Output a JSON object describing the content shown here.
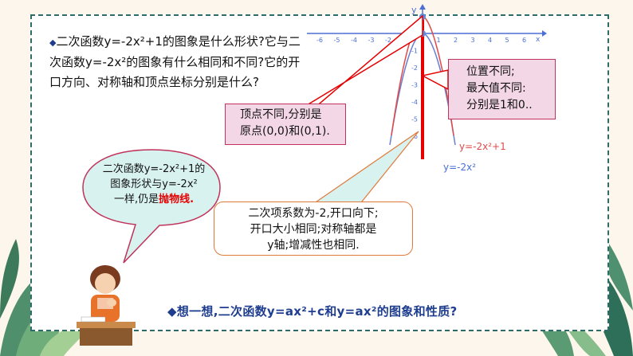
{
  "question": {
    "bullet": "◆",
    "text": "二次函数y=-2x²+1的图象是什么形状?它与二次函数y=-2x²的图象有什么相同和不同?它的开口方向、对称轴和顶点坐标分别是什么?"
  },
  "graph": {
    "x_axis_label": "x",
    "y_axis_label": "y",
    "x_ticks": [
      "-6",
      "-5",
      "-4",
      "-3",
      "-2",
      "-1",
      "1",
      "2",
      "3",
      "4",
      "5",
      "6"
    ],
    "y_ticks": [
      "-1",
      "-2",
      "-3",
      "-4",
      "-5",
      "-6"
    ],
    "curve1_label": "y=-2x²+1",
    "curve2_label": "y=-2x²",
    "curve1_color": "#e04a4a",
    "curve2_color": "#6a7fd0",
    "axis_color": "#4b6fd6"
  },
  "callouts": {
    "vertex": {
      "line1": "顶点不同,分别是",
      "line2": "原点(0,0)和(0,1)."
    },
    "position": {
      "line1": "位置不同;",
      "line2": "最大值不同:",
      "line3": "分别是1和0.."
    },
    "same": {
      "line1": "二次项系数为-2,开口向下;",
      "line2": "开口大小相同;对称轴都是",
      "line3": "y轴;增减性也相同."
    },
    "student": {
      "line1": "二次函数y=-2x²+1的",
      "line2": "图象形状与y=-2x²",
      "line3": "一样,仍是",
      "highlight": "抛物线."
    }
  },
  "bottom_question": "◆想一想,二次函数y=ax²+c和y=ax²的图象和性质?",
  "colors": {
    "frame": "#2f6b68",
    "bubble_fill": "#f3d7e6",
    "bubble_border": "#c0335a",
    "teal_bubble": "#d8f2f0"
  }
}
